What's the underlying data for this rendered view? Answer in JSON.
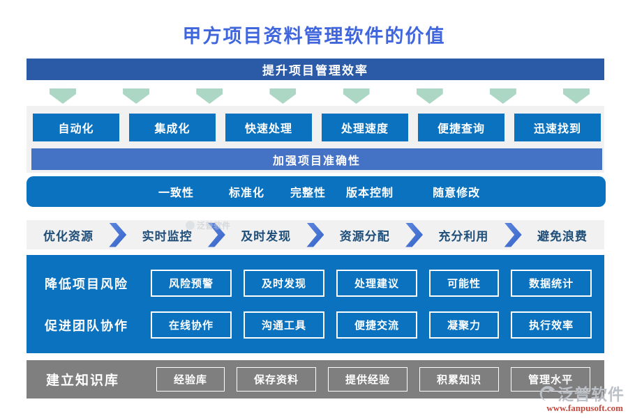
{
  "page": {
    "title": "甲方项目资料管理软件的价值"
  },
  "efficiency": {
    "banner": "提升项目管理效率",
    "buttons": [
      "自动化",
      "集成化",
      "快速处理",
      "处理速度",
      "便捷查询",
      "迅速找到"
    ]
  },
  "accuracy": {
    "banner": "加强项目准确性",
    "items": [
      "一致性",
      "标准化",
      "完整性",
      "版本控制",
      "随意修改"
    ]
  },
  "resource_flow": {
    "steps": [
      "优化资源",
      "实时监控",
      "及时发现",
      "资源分配",
      "充分利用",
      "避免浪费"
    ]
  },
  "risk": {
    "label": "降低项目风险",
    "items": [
      "风险预警",
      "及时发现",
      "处理建议",
      "可能性",
      "数据统计"
    ]
  },
  "team": {
    "label": "促进团队协作",
    "items": [
      "在线协作",
      "沟通工具",
      "便捷交流",
      "凝聚力",
      "执行效率"
    ]
  },
  "knowledge": {
    "label": "建立知识库",
    "items": [
      "经验库",
      "保存资料",
      "提供经验",
      "积累知识",
      "管理水平"
    ]
  },
  "watermark": {
    "text": "泛普软件"
  },
  "brand": {
    "name": "泛普软件",
    "url": "www.fanpusoft.com"
  },
  "colors": {
    "title_blue": "#4066DE",
    "dark_banner_blue": "#2B5AA6",
    "bright_blue": "#0A72BF",
    "medium_banner_blue": "#4472C4",
    "arrow_green": "#ABD7C4",
    "strip_gray": "#F1F1F1",
    "panel_gray": "#7F7F7F",
    "flow_text_navy": "#1F4E79",
    "chevron_blue": "#3F6FD1",
    "brand_gray": "#BCC1C8",
    "url_red": "#C5493C"
  }
}
